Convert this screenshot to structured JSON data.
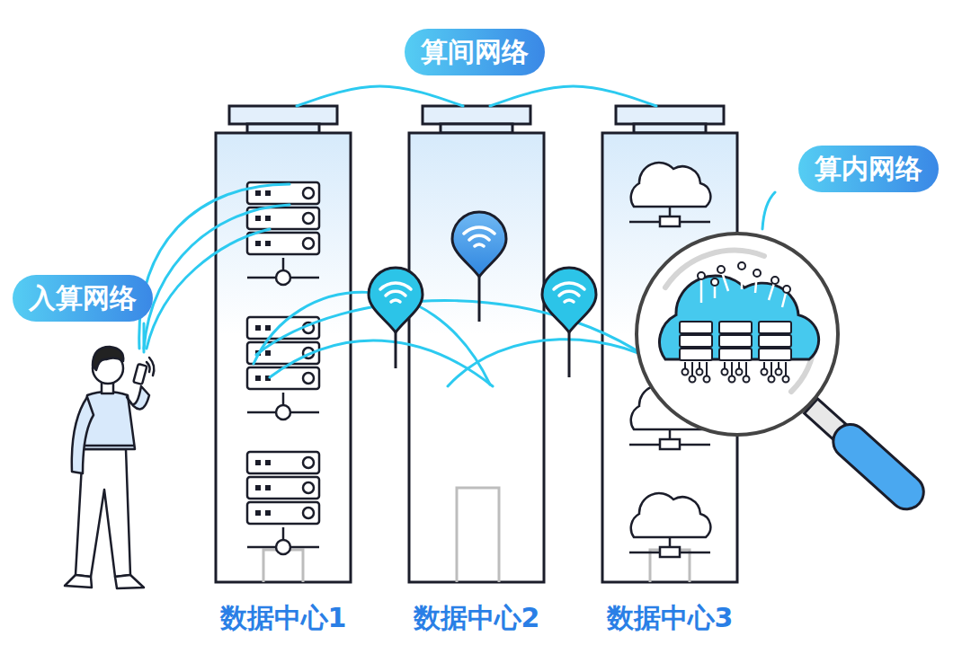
{
  "diagram": {
    "nodes": [
      {
        "text": [
          "算间网络"
        ]
      },
      {
        "text": [
          "算内网络"
        ]
      },
      {
        "text": [
          "入算网络"
        ]
      },
      {
        "text": [
          "数据中心1"
        ]
      },
      {
        "text": [
          "数据中心2"
        ]
      },
      {
        "text": [
          "数据中心3"
        ]
      }
    ],
    "edges": [
      {
        "from": 3,
        "to": 4,
        "arrow": "none"
      },
      {
        "from": 4,
        "to": 5,
        "arrow": "none"
      }
    ]
  }
}
